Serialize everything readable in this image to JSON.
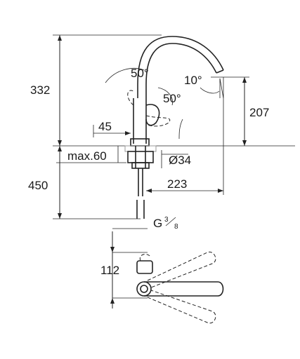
{
  "dimensions": {
    "height_total": "332",
    "height_spout": "207",
    "lever_angle_a": "50°",
    "lever_angle_b": "50°",
    "spout_tilt": "10°",
    "base_offset": "45",
    "deck_thickness": "max.60",
    "hole_diameter": "Ø34",
    "hose_length": "450",
    "spout_reach": "223",
    "thread": "G",
    "thread_num": "3",
    "thread_den": "8",
    "plan_depth": "112"
  }
}
